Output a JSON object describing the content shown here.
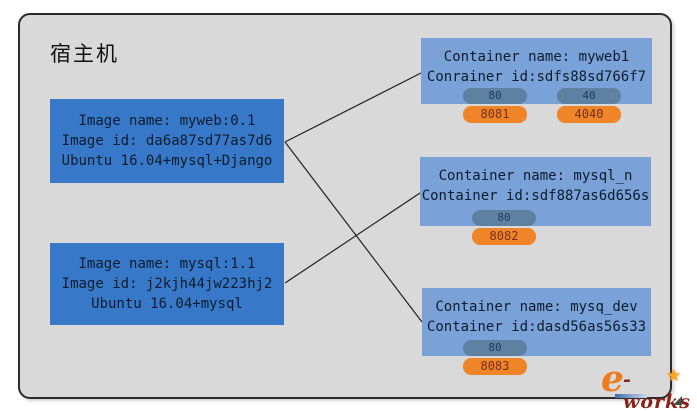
{
  "host": {
    "label": "宿主机"
  },
  "images": [
    {
      "name_line": "Image name:  myweb:0.1",
      "id_line": "Image id: da6a87sd77as7d6",
      "os_line": "Ubuntu 16.04+mysql+Django"
    },
    {
      "name_line": "Image name: mysql:1.1",
      "id_line": "Image id: j2kjh44jw223hj2",
      "os_line": "Ubuntu 16.04+mysql"
    }
  ],
  "containers": [
    {
      "name_line": "Container name: myweb1",
      "id_line": "Conrainer id:sdfs88sd766f7",
      "ports": [
        {
          "container_port": "80",
          "host_port": "8081"
        },
        {
          "container_port": "40",
          "host_port": "4040"
        }
      ]
    },
    {
      "name_line": "Container name:  mysql_n",
      "id_line": "Container id:sdf887as6d656s",
      "ports": [
        {
          "container_port": "80",
          "host_port": "8082"
        }
      ]
    },
    {
      "name_line": "Container name: mysq_dev",
      "id_line": "Container id:dasd56as56s33",
      "ports": [
        {
          "container_port": "80",
          "host_port": "8083"
        }
      ]
    }
  ],
  "connections": [
    {
      "from": "image-myweb",
      "to": "container-myweb1"
    },
    {
      "from": "image-myweb",
      "to": "container-mysq_dev"
    },
    {
      "from": "image-mysql",
      "to": "container-mysql_n"
    }
  ],
  "watermark": {
    "e": "e",
    "rest": "-works",
    "star": "★"
  },
  "colors": {
    "canvas_bg": "#d9d9d9",
    "frame_border": "#2b2b2b",
    "image_box_bg": "#3779c8",
    "container_box_bg": "#7aa2d8",
    "inner_port_bg": "#5e80a1",
    "inner_port_text": "#1e3a5c",
    "host_port_bg": "#f08428",
    "host_port_text": "#74301a",
    "box_text": "#0d1c2e",
    "logo_orange": "#ee7c1d",
    "logo_maroon": "#8b2218",
    "logo_star": "#f6a81c"
  }
}
